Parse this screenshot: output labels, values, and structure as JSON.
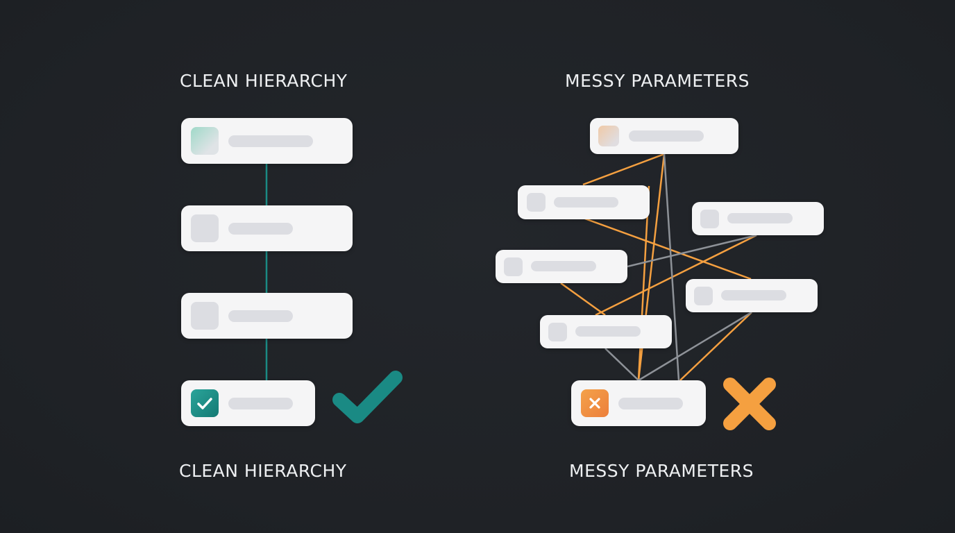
{
  "left": {
    "title_top": "CLEAN HIERARCHY",
    "title_bottom": "CLEAN HIERARCHY",
    "nodes": [
      {
        "state": "accent"
      },
      {
        "state": "plain"
      },
      {
        "state": "plain"
      },
      {
        "state": "success"
      }
    ],
    "result_icon": "checkmark-icon"
  },
  "right": {
    "title_top": "MESSY PARAMETERS",
    "title_bottom": "MESSY PARAMETERS",
    "nodes": [
      {
        "state": "accent"
      },
      {
        "state": "plain"
      },
      {
        "state": "plain"
      },
      {
        "state": "plain"
      },
      {
        "state": "plain"
      },
      {
        "state": "plain"
      },
      {
        "state": "error"
      }
    ],
    "result_icon": "cross-icon"
  },
  "colors": {
    "background": "#202327",
    "teal": "#1a8a84",
    "orange": "#f5a040",
    "gray_line": "#8e9298",
    "card": "#f5f5f6",
    "placeholder": "#dcdde2"
  }
}
